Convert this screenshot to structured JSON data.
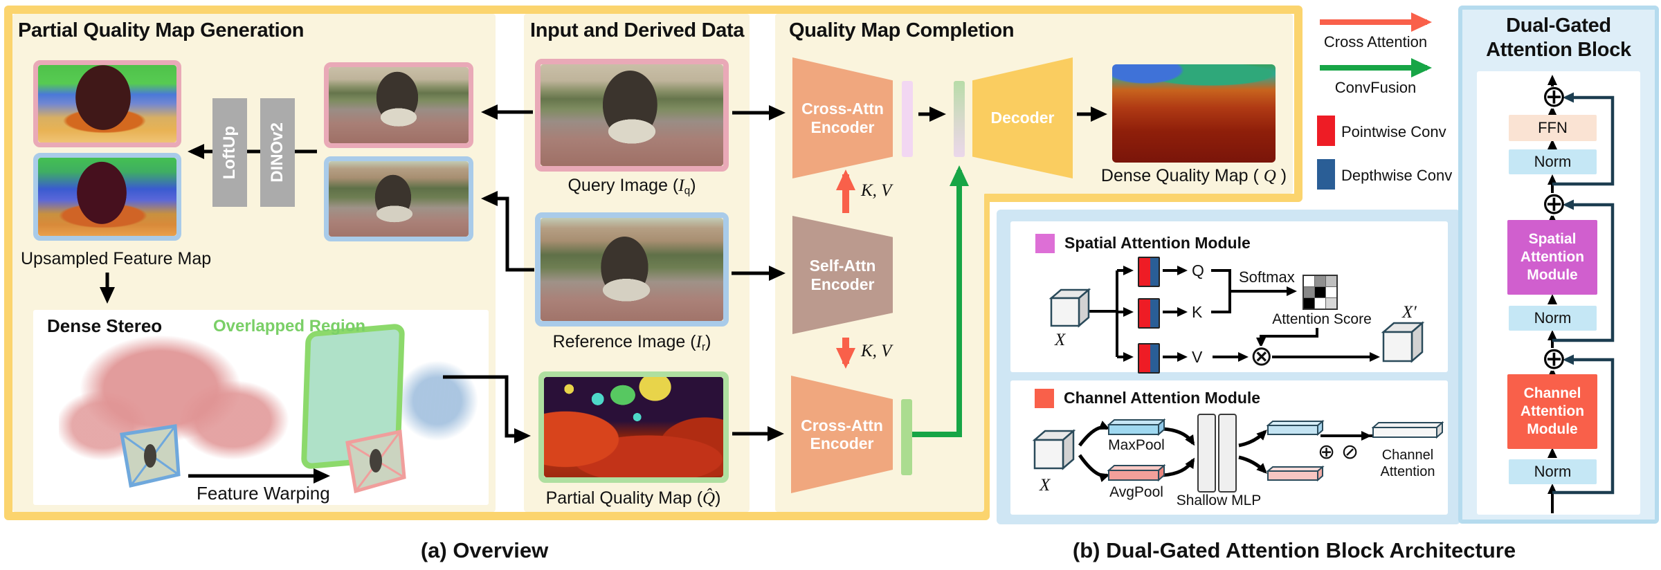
{
  "captions": {
    "a": "(a) Overview",
    "b": "(b) Dual-Gated Attention Block Architecture"
  },
  "pqmg": {
    "title": "Partial Quality Map Generation",
    "loftup": "LoftUp",
    "dinov2": "DINOv2",
    "upsampled_feature_map": "Upsampled Feature Map",
    "dense_stereo_title": "Dense Stereo",
    "overlapped_region": "Overlapped Region",
    "feature_warping": "Feature Warping"
  },
  "input_data": {
    "title": "Input and Derived Data",
    "query": {
      "pre": "Query Image (",
      "var": "I",
      "sub": "q",
      "post": ")"
    },
    "reference": {
      "pre": "Reference Image (",
      "var": "I",
      "sub": "r",
      "post": ")"
    },
    "partial": {
      "pre": "Partial Quality Map (",
      "var": "Q̂",
      "post": ")"
    }
  },
  "completion": {
    "title": "Quality Map Completion",
    "cross_attn_encoder": "Cross-Attn Encoder",
    "self_attn_encoder": "Self-Attn Encoder",
    "decoder": "Decoder",
    "kv": "K, V",
    "dense": {
      "pre": "Dense Quality Map ( ",
      "var": "Q",
      "post": " )"
    }
  },
  "legend": {
    "cross_attention": "Cross Attention",
    "convfusion": "ConvFusion",
    "pointwise": "Pointwise Conv",
    "depthwise": "Depthwise Conv"
  },
  "block": {
    "title": "Dual-Gated Attention Block",
    "ffn": "FFN",
    "norm": "Norm",
    "spatial": "Spatial Attention Module",
    "channel": "Channel Attention Module"
  },
  "spatial_module": {
    "title": "Spatial Attention Module",
    "x": "X",
    "q": "Q",
    "k": "K",
    "v": "V",
    "softmax": "Softmax",
    "attention_score": "Attention Score",
    "x_prime": "X′"
  },
  "channel_module": {
    "title": "Channel Attention Module",
    "x": "X",
    "maxpool": "MaxPool",
    "avgpool": "AvgPool",
    "shallow_mlp": "Shallow MLP",
    "channel_attention": "Channel Attention"
  },
  "symbols": {
    "oplus": "⊕",
    "otimes": "⊗",
    "oslash": "⊘"
  },
  "colors": {
    "frame_yellow": "#FBD46E",
    "panel_cream": "#FAF4DD",
    "cross_attn_salmon": "#F0A77E",
    "self_attn_mauve": "#BB9A8E",
    "decoder_yellow": "#FACD60",
    "cross_attention_arrow": "#F9604A",
    "convfusion_arrow": "#17A546",
    "pointwise_red": "#EE1C25",
    "depthwise_blue": "#2A5E96",
    "spatial_magenta": "#D05FCE",
    "channel_orange": "#F9604A",
    "norm_blue": "#C5E7F5",
    "ffn_peach": "#FAE3D3",
    "residual_navy": "#1C3D50",
    "blue_panel": "#CFE6F4"
  }
}
